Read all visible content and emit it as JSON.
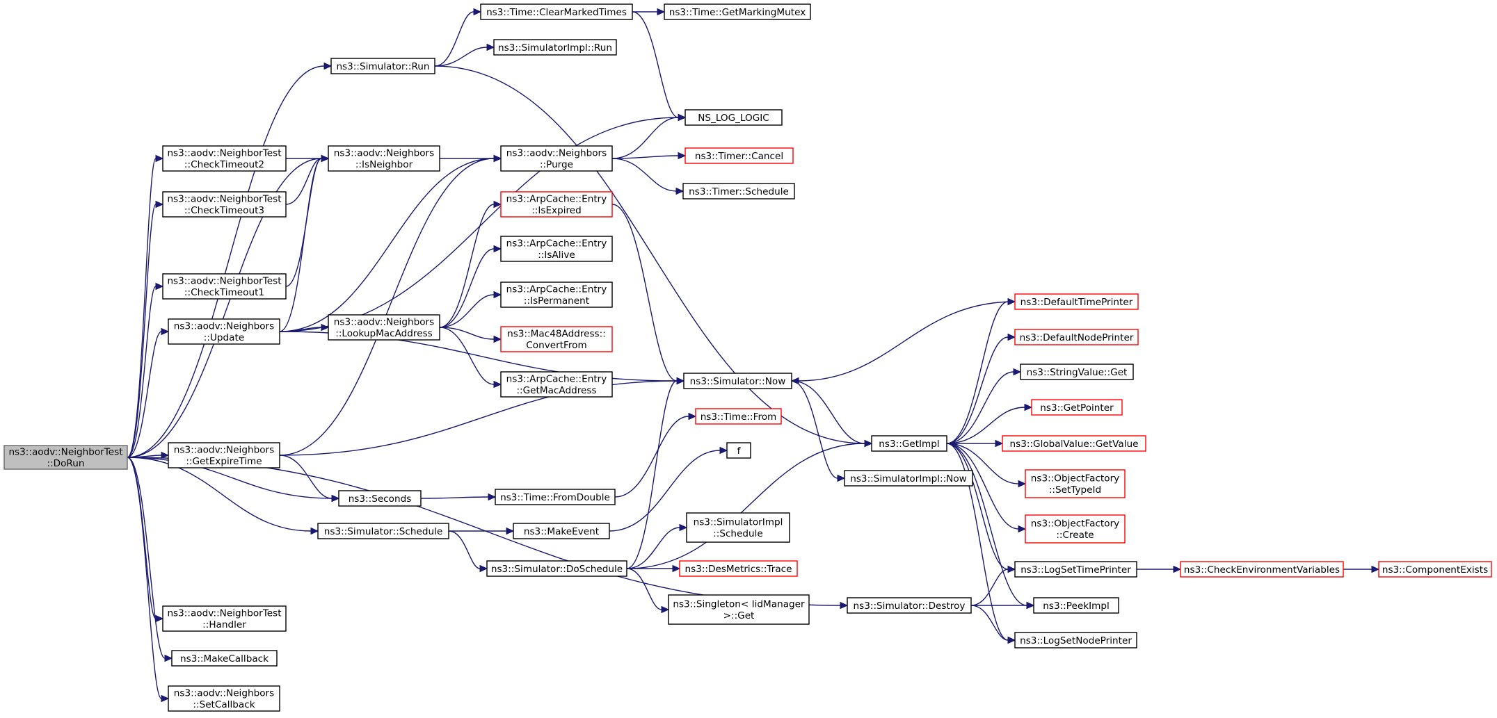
{
  "colors": {
    "edge": "#191970",
    "node_border": "#000000",
    "missing_border": "#ff0000",
    "root_fill": "#bfbfbf",
    "root_border": "#666666"
  },
  "nodes": [
    {
      "id": "dorun",
      "lines": [
        "ns3::aodv::NeighborTest",
        "::DoRun"
      ],
      "style": "root"
    },
    {
      "id": "sim_run",
      "lines": [
        "ns3::Simulator::Run"
      ],
      "style": "normal"
    },
    {
      "id": "clear_marked",
      "lines": [
        "ns3::Time::ClearMarkedTimes"
      ],
      "style": "normal"
    },
    {
      "id": "get_marking_mutex",
      "lines": [
        "ns3::Time::GetMarkingMutex"
      ],
      "style": "normal"
    },
    {
      "id": "simimpl_run",
      "lines": [
        "ns3::SimulatorImpl::Run"
      ],
      "style": "normal"
    },
    {
      "id": "ns_log_logic",
      "lines": [
        "NS_LOG_LOGIC"
      ],
      "style": "normal"
    },
    {
      "id": "check_timeout2",
      "lines": [
        "ns3::aodv::NeighborTest",
        "::CheckTimeout2"
      ],
      "style": "normal"
    },
    {
      "id": "is_neighbor",
      "lines": [
        "ns3::aodv::Neighbors",
        "::IsNeighbor"
      ],
      "style": "normal"
    },
    {
      "id": "purge",
      "lines": [
        "ns3::aodv::Neighbors",
        "::Purge"
      ],
      "style": "normal"
    },
    {
      "id": "timer_cancel",
      "lines": [
        "ns3::Timer::Cancel"
      ],
      "style": "missing"
    },
    {
      "id": "timer_schedule",
      "lines": [
        "ns3::Timer::Schedule"
      ],
      "style": "normal"
    },
    {
      "id": "check_timeout3",
      "lines": [
        "ns3::aodv::NeighborTest",
        "::CheckTimeout3"
      ],
      "style": "normal"
    },
    {
      "id": "is_expired",
      "lines": [
        "ns3::ArpCache::Entry",
        "::IsExpired"
      ],
      "style": "missing"
    },
    {
      "id": "is_alive",
      "lines": [
        "ns3::ArpCache::Entry",
        "::IsAlive"
      ],
      "style": "normal"
    },
    {
      "id": "check_timeout1",
      "lines": [
        "ns3::aodv::NeighborTest",
        "::CheckTimeout1"
      ],
      "style": "normal"
    },
    {
      "id": "is_permanent",
      "lines": [
        "ns3::ArpCache::Entry",
        "::IsPermanent"
      ],
      "style": "normal"
    },
    {
      "id": "update",
      "lines": [
        "ns3::aodv::Neighbors",
        "::Update"
      ],
      "style": "normal"
    },
    {
      "id": "lookup_mac",
      "lines": [
        "ns3::aodv::Neighbors",
        "::LookupMacAddress"
      ],
      "style": "normal"
    },
    {
      "id": "convert_from",
      "lines": [
        "ns3::Mac48Address::",
        "ConvertFrom"
      ],
      "style": "missing"
    },
    {
      "id": "get_mac",
      "lines": [
        "ns3::ArpCache::Entry",
        "::GetMacAddress"
      ],
      "style": "normal"
    },
    {
      "id": "sim_now",
      "lines": [
        "ns3::Simulator::Now"
      ],
      "style": "normal"
    },
    {
      "id": "default_time_printer",
      "lines": [
        "ns3::DefaultTimePrinter"
      ],
      "style": "missing"
    },
    {
      "id": "default_node_printer",
      "lines": [
        "ns3::DefaultNodePrinter"
      ],
      "style": "missing"
    },
    {
      "id": "string_value_get",
      "lines": [
        "ns3::StringValue::Get"
      ],
      "style": "normal"
    },
    {
      "id": "get_pointer",
      "lines": [
        "ns3::GetPointer"
      ],
      "style": "missing"
    },
    {
      "id": "time_from",
      "lines": [
        "ns3::Time::From"
      ],
      "style": "missing"
    },
    {
      "id": "get_impl",
      "lines": [
        "ns3::GetImpl"
      ],
      "style": "normal"
    },
    {
      "id": "global_value_get",
      "lines": [
        "ns3::GlobalValue::GetValue"
      ],
      "style": "missing"
    },
    {
      "id": "get_expire_time",
      "lines": [
        "ns3::aodv::Neighbors",
        "::GetExpireTime"
      ],
      "style": "normal"
    },
    {
      "id": "f",
      "lines": [
        "f"
      ],
      "style": "normal"
    },
    {
      "id": "simimpl_now",
      "lines": [
        "ns3::SimulatorImpl::Now"
      ],
      "style": "normal"
    },
    {
      "id": "object_factory_settypeid",
      "lines": [
        "ns3::ObjectFactory",
        "::SetTypeId"
      ],
      "style": "missing"
    },
    {
      "id": "seconds",
      "lines": [
        "ns3::Seconds"
      ],
      "style": "normal"
    },
    {
      "id": "time_from_double",
      "lines": [
        "ns3::Time::FromDouble"
      ],
      "style": "normal"
    },
    {
      "id": "simimpl_schedule",
      "lines": [
        "ns3::SimulatorImpl",
        "::Schedule"
      ],
      "style": "normal"
    },
    {
      "id": "object_factory_create",
      "lines": [
        "ns3::ObjectFactory",
        "::Create"
      ],
      "style": "missing"
    },
    {
      "id": "sim_schedule",
      "lines": [
        "ns3::Simulator::Schedule"
      ],
      "style": "normal"
    },
    {
      "id": "make_event",
      "lines": [
        "ns3::MakeEvent"
      ],
      "style": "normal"
    },
    {
      "id": "do_schedule",
      "lines": [
        "ns3::Simulator::DoSchedule"
      ],
      "style": "normal"
    },
    {
      "id": "des_metrics_trace",
      "lines": [
        "ns3::DesMetrics::Trace"
      ],
      "style": "missing"
    },
    {
      "id": "log_set_time_printer",
      "lines": [
        "ns3::LogSetTimePrinter"
      ],
      "style": "normal"
    },
    {
      "id": "check_env_vars",
      "lines": [
        "ns3::CheckEnvironmentVariables"
      ],
      "style": "missing"
    },
    {
      "id": "component_exists",
      "lines": [
        "ns3::ComponentExists"
      ],
      "style": "missing"
    },
    {
      "id": "singleton_get",
      "lines": [
        "ns3::Singleton< IidManager",
        " >::Get"
      ],
      "style": "normal"
    },
    {
      "id": "sim_destroy",
      "lines": [
        "ns3::Simulator::Destroy"
      ],
      "style": "normal"
    },
    {
      "id": "peek_impl",
      "lines": [
        "ns3::PeekImpl"
      ],
      "style": "normal"
    },
    {
      "id": "handler",
      "lines": [
        "ns3::aodv::NeighborTest",
        "::Handler"
      ],
      "style": "normal"
    },
    {
      "id": "log_set_node_printer",
      "lines": [
        "ns3::LogSetNodePrinter"
      ],
      "style": "normal"
    },
    {
      "id": "make_callback",
      "lines": [
        "ns3::MakeCallback"
      ],
      "style": "normal"
    },
    {
      "id": "set_callback",
      "lines": [
        "ns3::aodv::Neighbors",
        "::SetCallback"
      ],
      "style": "normal"
    }
  ],
  "edges": [
    [
      "dorun",
      "sim_run"
    ],
    [
      "dorun",
      "check_timeout2"
    ],
    [
      "dorun",
      "check_timeout3"
    ],
    [
      "dorun",
      "check_timeout1"
    ],
    [
      "dorun",
      "update"
    ],
    [
      "dorun",
      "get_expire_time"
    ],
    [
      "dorun",
      "seconds"
    ],
    [
      "dorun",
      "sim_schedule"
    ],
    [
      "dorun",
      "sim_destroy"
    ],
    [
      "dorun",
      "handler"
    ],
    [
      "dorun",
      "make_callback"
    ],
    [
      "dorun",
      "set_callback"
    ],
    [
      "dorun",
      "is_neighbor"
    ],
    [
      "sim_run",
      "clear_marked"
    ],
    [
      "sim_run",
      "simimpl_run"
    ],
    [
      "sim_run",
      "get_impl"
    ],
    [
      "clear_marked",
      "get_marking_mutex"
    ],
    [
      "clear_marked",
      "ns_log_logic"
    ],
    [
      "check_timeout2",
      "is_neighbor"
    ],
    [
      "check_timeout3",
      "is_neighbor"
    ],
    [
      "check_timeout1",
      "is_neighbor"
    ],
    [
      "is_neighbor",
      "purge"
    ],
    [
      "purge",
      "ns_log_logic"
    ],
    [
      "purge",
      "timer_cancel"
    ],
    [
      "purge",
      "timer_schedule"
    ],
    [
      "update",
      "is_neighbor"
    ],
    [
      "update",
      "purge"
    ],
    [
      "update",
      "lookup_mac"
    ],
    [
      "update",
      "ns_log_logic"
    ],
    [
      "update",
      "sim_now"
    ],
    [
      "lookup_mac",
      "is_expired"
    ],
    [
      "lookup_mac",
      "is_alive"
    ],
    [
      "lookup_mac",
      "is_permanent"
    ],
    [
      "lookup_mac",
      "convert_from"
    ],
    [
      "lookup_mac",
      "get_mac"
    ],
    [
      "is_expired",
      "sim_now"
    ],
    [
      "get_expire_time",
      "purge"
    ],
    [
      "get_expire_time",
      "sim_now"
    ],
    [
      "get_expire_time",
      "seconds"
    ],
    [
      "seconds",
      "time_from_double"
    ],
    [
      "time_from_double",
      "time_from"
    ],
    [
      "sim_schedule",
      "make_event"
    ],
    [
      "sim_schedule",
      "do_schedule"
    ],
    [
      "make_event",
      "f"
    ],
    [
      "do_schedule",
      "sim_now"
    ],
    [
      "do_schedule",
      "get_impl"
    ],
    [
      "do_schedule",
      "simimpl_schedule"
    ],
    [
      "do_schedule",
      "des_metrics_trace"
    ],
    [
      "do_schedule",
      "singleton_get"
    ],
    [
      "sim_now",
      "get_impl"
    ],
    [
      "sim_now",
      "simimpl_now"
    ],
    [
      "default_time_printer",
      "sim_now"
    ],
    [
      "get_impl",
      "default_time_printer"
    ],
    [
      "get_impl",
      "default_node_printer"
    ],
    [
      "get_impl",
      "string_value_get"
    ],
    [
      "get_impl",
      "get_pointer"
    ],
    [
      "get_impl",
      "global_value_get"
    ],
    [
      "get_impl",
      "object_factory_settypeid"
    ],
    [
      "get_impl",
      "object_factory_create"
    ],
    [
      "get_impl",
      "log_set_time_printer"
    ],
    [
      "get_impl",
      "peek_impl"
    ],
    [
      "get_impl",
      "log_set_node_printer"
    ],
    [
      "log_set_time_printer",
      "check_env_vars"
    ],
    [
      "check_env_vars",
      "component_exists"
    ],
    [
      "sim_destroy",
      "log_set_time_printer"
    ],
    [
      "sim_destroy",
      "peek_impl"
    ],
    [
      "sim_destroy",
      "log_set_node_printer"
    ]
  ]
}
